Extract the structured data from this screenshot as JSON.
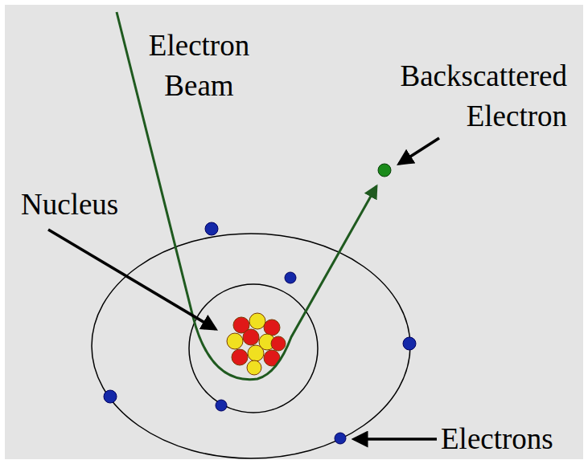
{
  "diagram": {
    "labels": [
      "Electron Beam",
      "Backscattered Electron",
      "Nucleus",
      "Electrons"
    ]
  }
}
